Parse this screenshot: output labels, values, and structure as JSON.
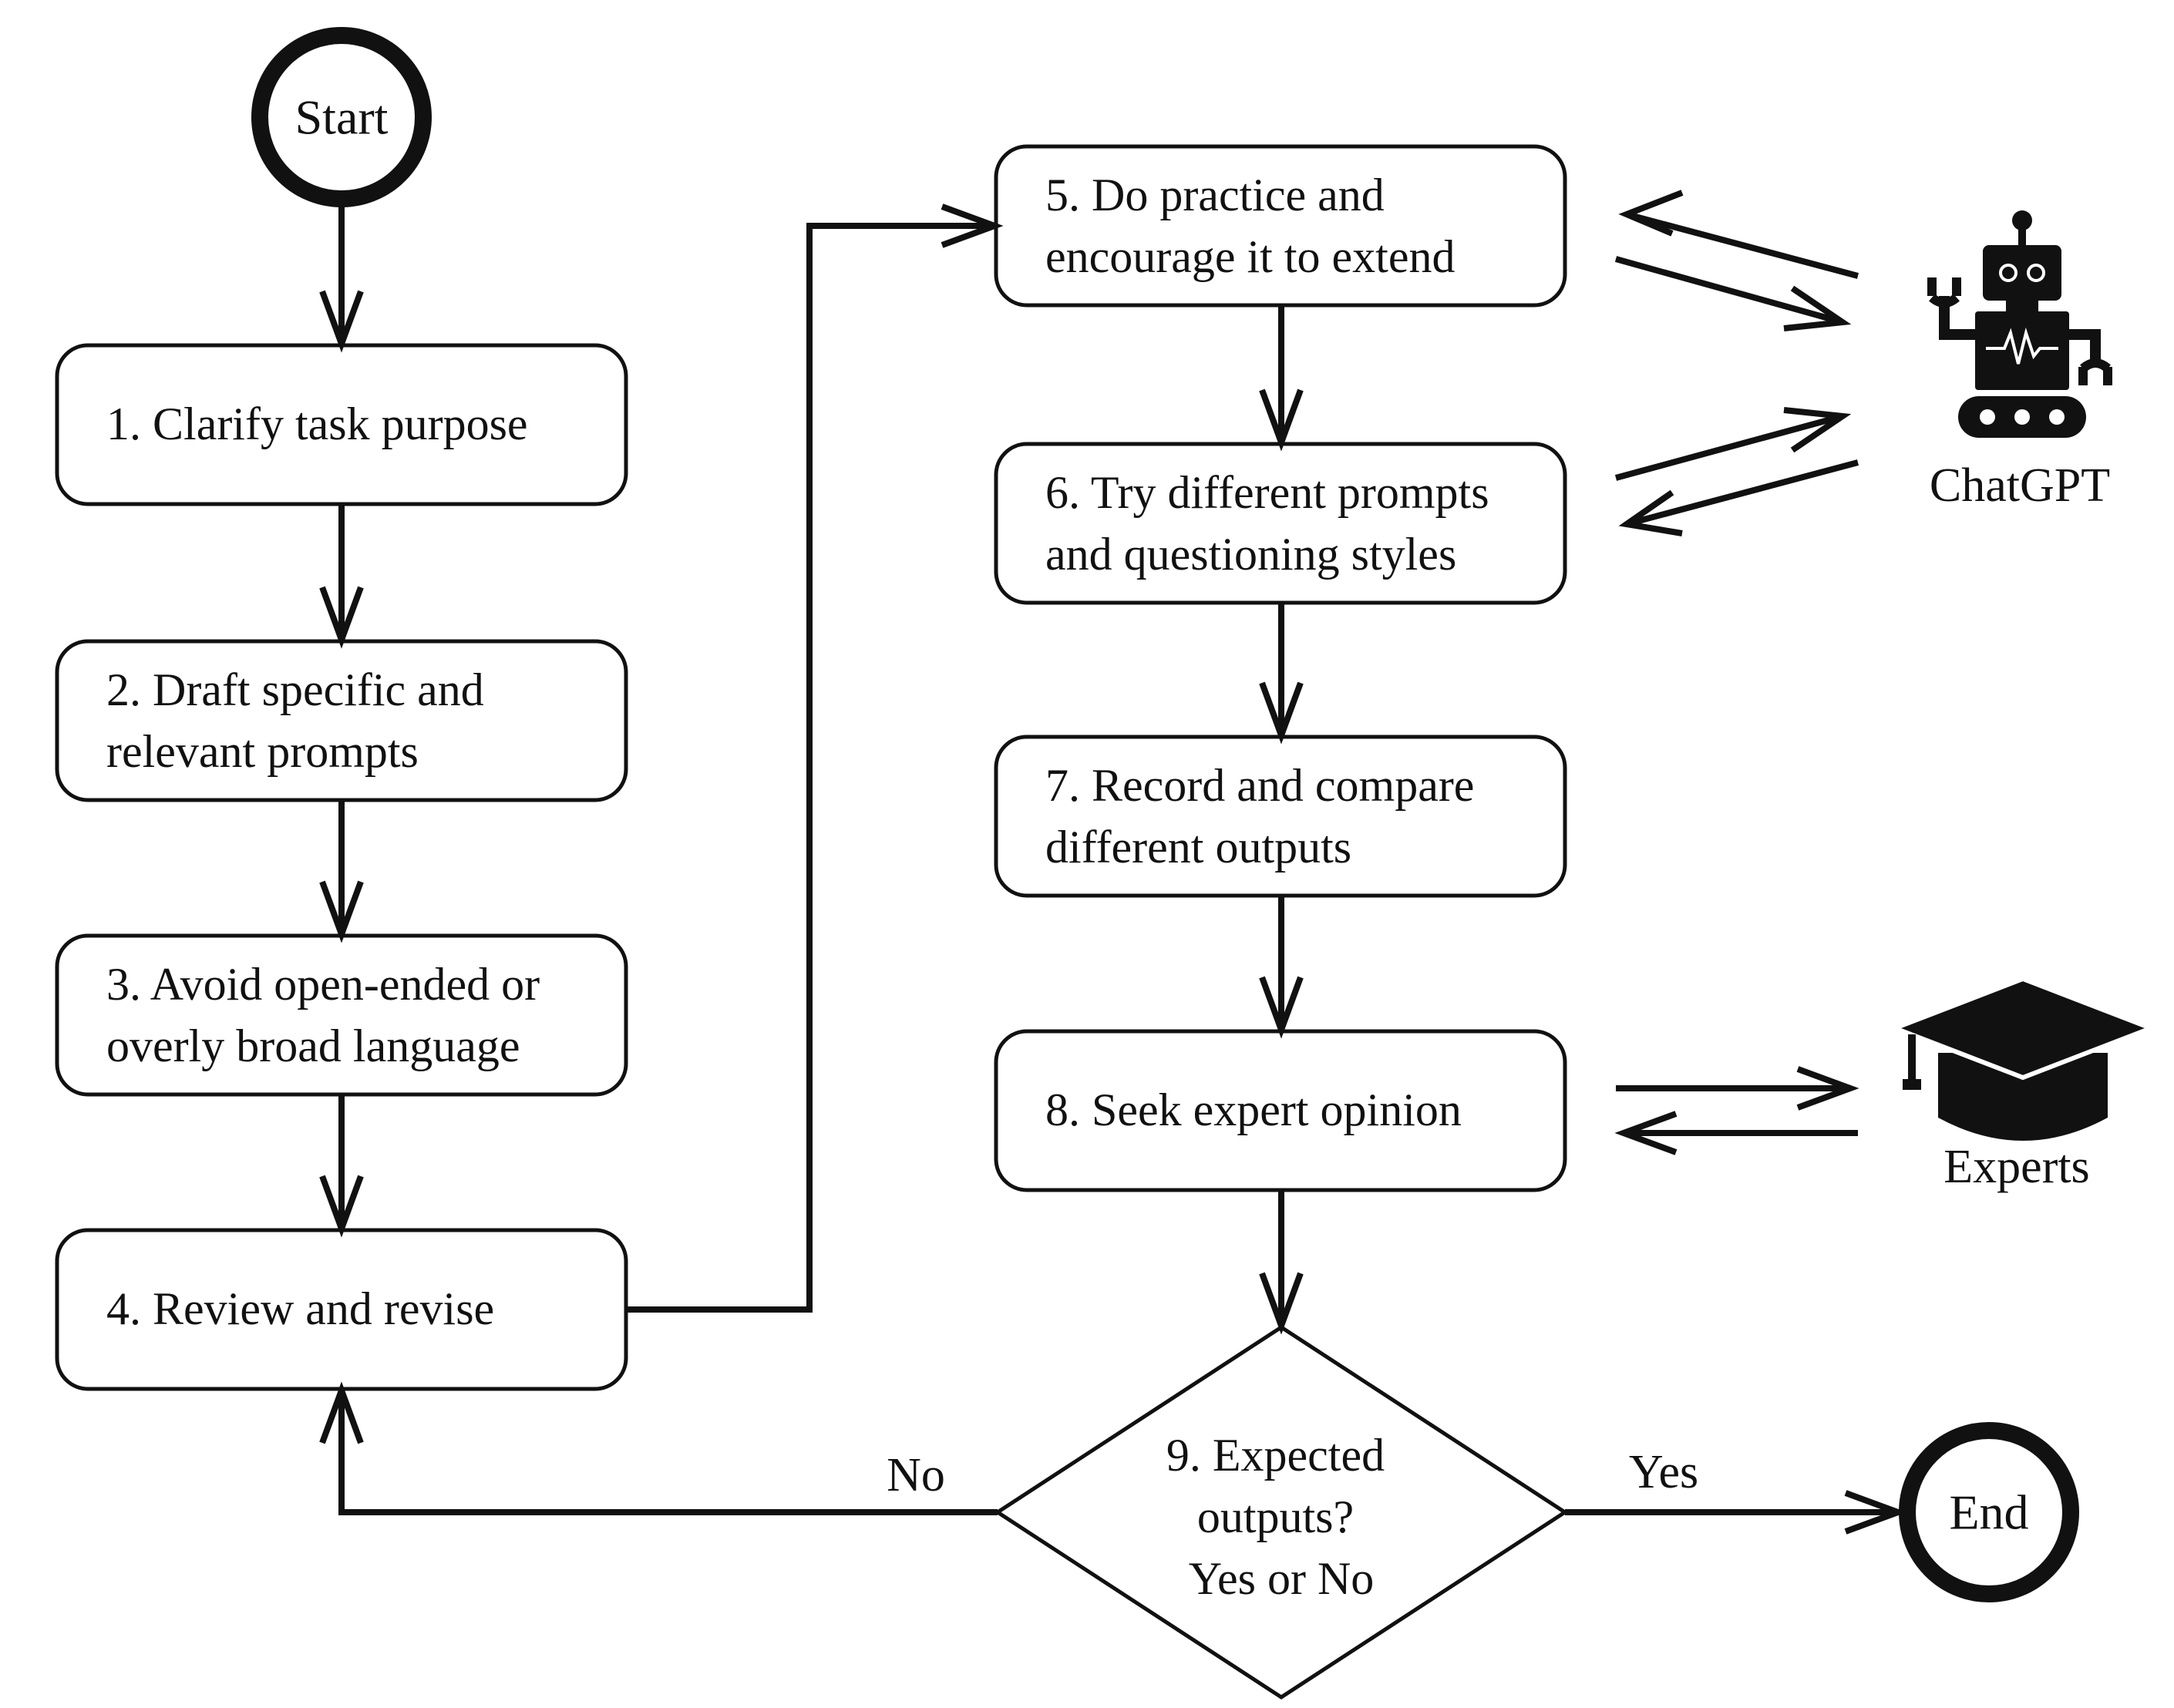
{
  "nodes": {
    "start": "Start",
    "end": "End",
    "s1": [
      "1. Clarify task purpose"
    ],
    "s2": [
      "2. Draft specific and",
      "relevant prompts"
    ],
    "s3": [
      "3. Avoid open-ended or",
      "overly broad language"
    ],
    "s4": [
      "4. Review and revise"
    ],
    "s5": [
      "5. Do practice and",
      "encourage it to extend"
    ],
    "s6": [
      "6. Try different prompts",
      "and questioning styles"
    ],
    "s7": [
      "7. Record and compare",
      "different outputs"
    ],
    "s8": [
      "8. Seek expert opinion"
    ],
    "s9": [
      "9. Expected",
      "outputs?",
      "Yes or No"
    ]
  },
  "edge_labels": {
    "no": "No",
    "yes": "Yes"
  },
  "actors": {
    "chatgpt": {
      "label": "ChatGPT",
      "icon": "robot-icon"
    },
    "experts": {
      "label": "Experts",
      "icon": "graduation-cap-icon"
    }
  }
}
